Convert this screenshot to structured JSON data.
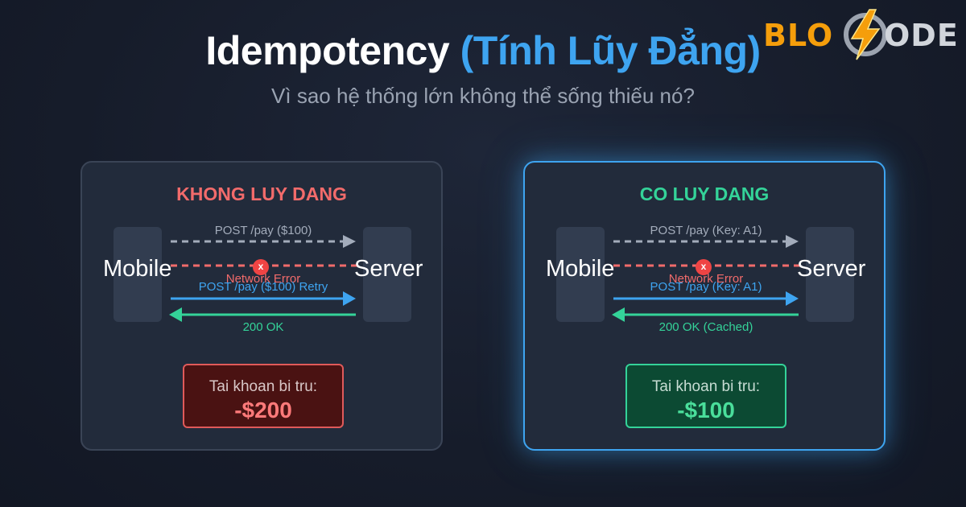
{
  "header": {
    "title_main": "Idempotency",
    "title_accent": "(Tính Lũy Đẳng)",
    "subtitle": "Vì sao hệ thống lớn không thể sống thiếu nó?"
  },
  "logo": {
    "part1": "BLO",
    "part2": "ODE",
    "icon": "lightning-bolt-icon"
  },
  "colors": {
    "accent_blue": "#3ea4f0",
    "error_red": "#f26b6b",
    "success_green": "#34d399",
    "request_gray": "#a3acbb"
  },
  "panels": {
    "left": {
      "title": "KHONG LUY DANG",
      "mobile": "Mobile",
      "server": "Server",
      "msg_request": "POST /pay ($100)",
      "msg_error": "Network Error",
      "error_mark": "x",
      "msg_retry": "POST /pay ($100) Retry",
      "msg_response": "200 OK",
      "result_label": "Tai khoan bi tru:",
      "result_value": "-$200"
    },
    "right": {
      "title": "CO LUY DANG",
      "mobile": "Mobile",
      "server": "Server",
      "msg_request": "POST /pay (Key: A1)",
      "msg_error": "Network Error",
      "error_mark": "x",
      "msg_retry": "POST /pay (Key: A1)",
      "msg_response": "200 OK (Cached)",
      "result_label": "Tai khoan bi tru:",
      "result_value": "-$100"
    }
  }
}
